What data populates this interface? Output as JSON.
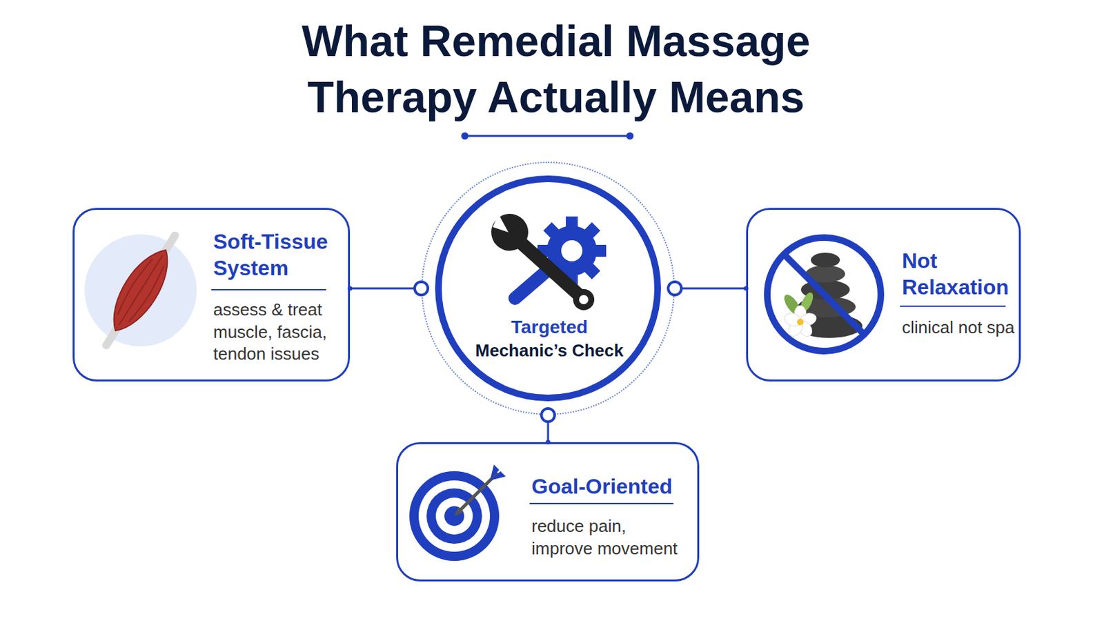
{
  "diagram": {
    "title": "What Remedial Massage Therapy Actually Means",
    "nodes": [
      {
        "text": [
          "Soft-Tissue System",
          "assess & treat muscle, fascia, tendon issues"
        ]
      },
      {
        "text": [
          "Targeted",
          "Mechanic’s Check"
        ]
      },
      {
        "text": [
          "Not Relaxation",
          "clinical not spa"
        ]
      },
      {
        "text": [
          "Goal-Oriented",
          "reduce pain, improve movement"
        ]
      }
    ],
    "edges": [
      {
        "from": 1,
        "to": 0,
        "arrow": "none"
      },
      {
        "from": 1,
        "to": 2,
        "arrow": "none"
      },
      {
        "from": 1,
        "to": 3,
        "arrow": "none"
      }
    ]
  }
}
